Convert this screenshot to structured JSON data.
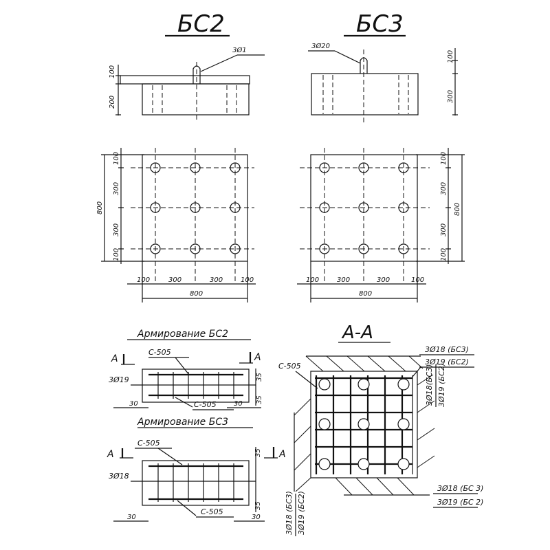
{
  "titles": {
    "bs2": "БС2",
    "bs3": "БС3",
    "section": "А-А"
  },
  "subtitles": {
    "arm_bs2": "Армирование БС2",
    "arm_bs3": "Армирование БС3"
  },
  "elevation_bs2": {
    "rod": "3Ø1",
    "dims": [
      "100",
      "200"
    ]
  },
  "elevation_bs3": {
    "rod": "3Ø20",
    "dims": [
      "100",
      "300"
    ]
  },
  "plan_bs2": {
    "overall": "800",
    "vertical": [
      "100",
      "300",
      "300",
      "100"
    ],
    "horizontal": [
      "100",
      "300",
      "300",
      "100"
    ],
    "bottom_overall": "800"
  },
  "plan_bs3": {
    "vertical": [
      "100",
      "300",
      "800",
      "300",
      "100"
    ],
    "horizontal": [
      "100",
      "300",
      "300",
      "100"
    ],
    "bottom_overall": "800"
  },
  "arm_bs2": {
    "section_mark": "А",
    "mesh_top": "С-505",
    "mesh_bottom": "С-505",
    "bar": "3Ø19",
    "cover_left": "30",
    "cover_right": "30",
    "dims": [
      "35",
      "35"
    ]
  },
  "arm_bs3": {
    "section_mark": "А",
    "mesh_top": "С-505",
    "mesh_bottom": "С-505",
    "bar": "3Ø18",
    "cover_left": "30",
    "cover_right": "30",
    "dims": [
      "35",
      "35"
    ]
  },
  "section_aa": {
    "mesh": "С-505",
    "top_labels": [
      "3Ø18 (БС3)",
      "3Ø19 (БС2)"
    ],
    "right_labels": [
      "3Ø18(БС3)",
      "3Ø19 (БС2)"
    ],
    "bottom_labels": [
      "3Ø18 (БС 3)",
      "3Ø19 (БС 2)"
    ],
    "left_labels": [
      "3Ø18 (БС3)",
      "3Ø19 (БС2)"
    ]
  }
}
